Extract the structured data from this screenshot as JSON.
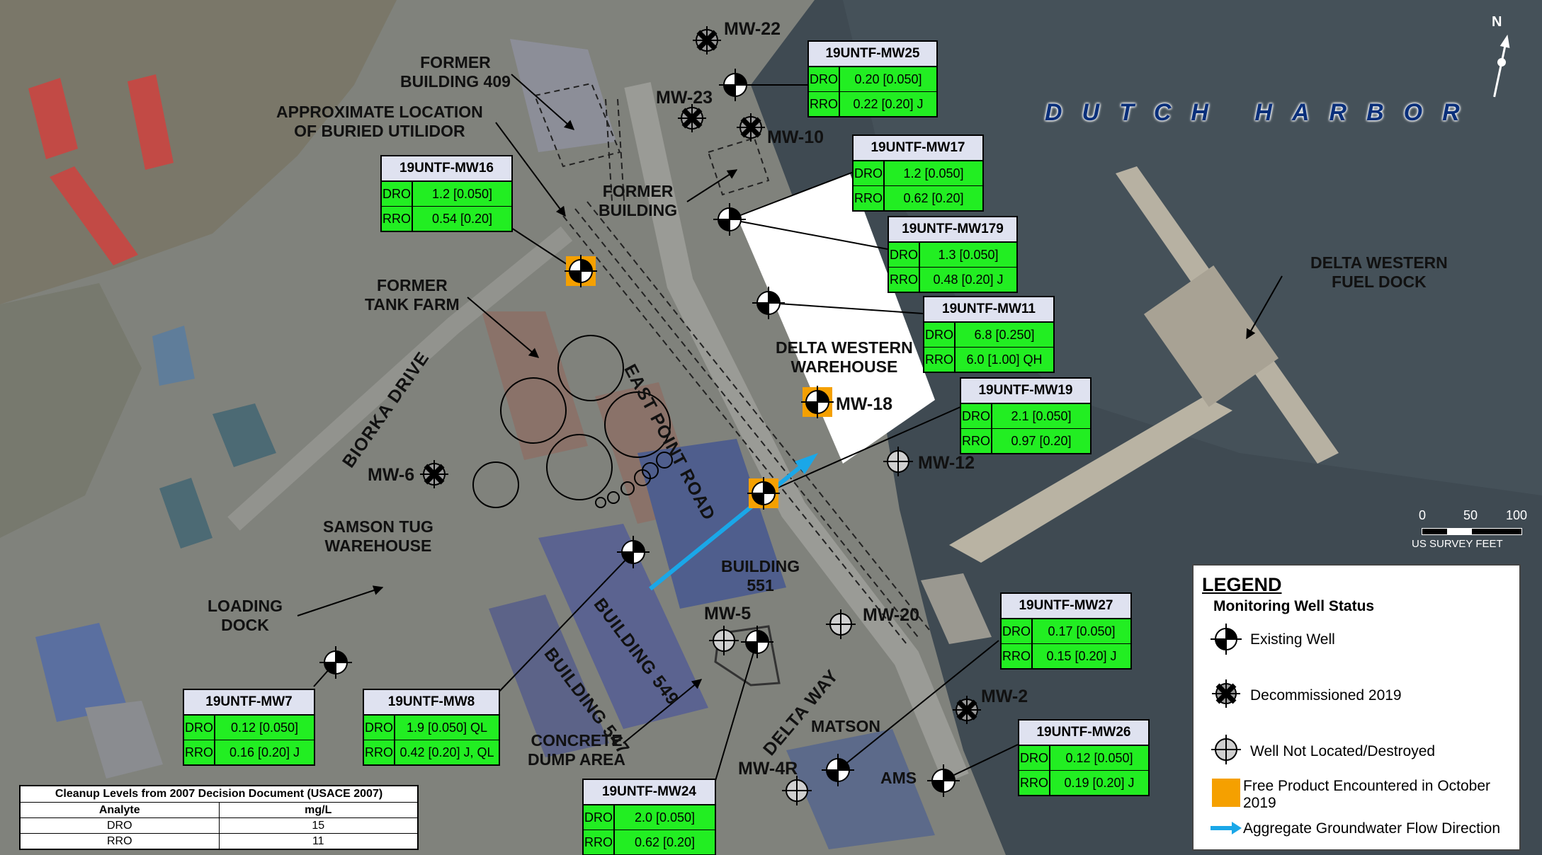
{
  "map": {
    "harbor_label": "DUTCH HARBOR",
    "areas": [
      {
        "id": "former-building-409",
        "lines": [
          "FORMER",
          "BUILDING 409"
        ]
      },
      {
        "id": "buried-utilidor",
        "lines": [
          "APPROXIMATE LOCATION",
          "OF BURIED UTILIDOR"
        ]
      },
      {
        "id": "former-building",
        "lines": [
          "FORMER",
          "BUILDING"
        ]
      },
      {
        "id": "former-tank-farm",
        "lines": [
          "FORMER",
          "TANK FARM"
        ]
      },
      {
        "id": "delta-western-warehouse",
        "lines": [
          "DELTA WESTERN",
          "WAREHOUSE"
        ]
      },
      {
        "id": "delta-western-fuel-dock",
        "lines": [
          "DELTA WESTERN",
          "FUEL DOCK"
        ]
      },
      {
        "id": "samson-tug-warehouse",
        "lines": [
          "SAMSON TUG",
          "WAREHOUSE"
        ]
      },
      {
        "id": "building-551",
        "lines": [
          "BUILDING",
          "551"
        ]
      },
      {
        "id": "loading-dock",
        "lines": [
          "LOADING",
          "DOCK"
        ]
      },
      {
        "id": "concrete-dump-area",
        "lines": [
          "CONCRETE",
          "DUMP AREA"
        ]
      },
      {
        "id": "matson",
        "lines": [
          "MATSON"
        ]
      },
      {
        "id": "ams",
        "lines": [
          "AMS"
        ]
      }
    ],
    "roads": {
      "east_point_road": "EAST POINT ROAD",
      "biorka_drive": "BIORKA DRIVE",
      "delta_way": "DELTA WAY",
      "building_549": "BUILDING 549",
      "building_547": "BUILDING 547"
    },
    "well_labels": [
      "MW-22",
      "MW-23",
      "MW-10",
      "MW-18",
      "MW-12",
      "MW-6",
      "MW-5",
      "MW-20",
      "MW-2",
      "MW-4R"
    ],
    "sample_tables": [
      {
        "id": "mw25",
        "title": "19UNTF-MW25",
        "rows": [
          {
            "analyte": "DRO",
            "value": "0.20 [0.050]"
          },
          {
            "analyte": "RRO",
            "value": "0.22 [0.20] J"
          }
        ]
      },
      {
        "id": "mw16",
        "title": "19UNTF-MW16",
        "rows": [
          {
            "analyte": "DRO",
            "value": "1.2 [0.050]"
          },
          {
            "analyte": "RRO",
            "value": "0.54 [0.20]"
          }
        ]
      },
      {
        "id": "mw17",
        "title": "19UNTF-MW17",
        "rows": [
          {
            "analyte": "DRO",
            "value": "1.2 [0.050]"
          },
          {
            "analyte": "RRO",
            "value": "0.62 [0.20]"
          }
        ]
      },
      {
        "id": "mw179",
        "title": "19UNTF-MW179",
        "rows": [
          {
            "analyte": "DRO",
            "value": "1.3 [0.050]"
          },
          {
            "analyte": "RRO",
            "value": "0.48 [0.20] J"
          }
        ]
      },
      {
        "id": "mw11",
        "title": "19UNTF-MW11",
        "rows": [
          {
            "analyte": "DRO",
            "value": "6.8 [0.250]"
          },
          {
            "analyte": "RRO",
            "value": "6.0 [1.00] QH"
          }
        ]
      },
      {
        "id": "mw19",
        "title": "19UNTF-MW19",
        "rows": [
          {
            "analyte": "DRO",
            "value": "2.1 [0.050]"
          },
          {
            "analyte": "RRO",
            "value": "0.97 [0.20]"
          }
        ]
      },
      {
        "id": "mw27",
        "title": "19UNTF-MW27",
        "rows": [
          {
            "analyte": "DRO",
            "value": "0.17 [0.050]"
          },
          {
            "analyte": "RRO",
            "value": "0.15 [0.20] J"
          }
        ]
      },
      {
        "id": "mw26",
        "title": "19UNTF-MW26",
        "rows": [
          {
            "analyte": "DRO",
            "value": "0.12 [0.050]"
          },
          {
            "analyte": "RRO",
            "value": "0.19 [0.20] J"
          }
        ]
      },
      {
        "id": "mw7",
        "title": "19UNTF-MW7",
        "rows": [
          {
            "analyte": "DRO",
            "value": "0.12 [0.050]"
          },
          {
            "analyte": "RRO",
            "value": "0.16 [0.20] J"
          }
        ]
      },
      {
        "id": "mw8",
        "title": "19UNTF-MW8",
        "rows": [
          {
            "analyte": "DRO",
            "value": "1.9 [0.050] QL"
          },
          {
            "analyte": "RRO",
            "value": "0.42 [0.20] J, QL"
          }
        ]
      },
      {
        "id": "mw24",
        "title": "19UNTF-MW24",
        "rows": [
          {
            "analyte": "DRO",
            "value": "2.0 [0.050]"
          },
          {
            "analyte": "RRO",
            "value": "0.62 [0.20]"
          }
        ]
      }
    ],
    "scale_bar": {
      "ticks": [
        "0",
        "50",
        "100"
      ],
      "units": "US SURVEY FEET"
    },
    "north_arrow": "N"
  },
  "legend": {
    "title": "LEGEND",
    "subtitle": "Monitoring Well Status",
    "items": [
      {
        "icon": "existing-well-icon",
        "label": "Existing Well"
      },
      {
        "icon": "decommissioned-well-icon",
        "label": "Decommissioned 2019"
      },
      {
        "icon": "destroyed-well-icon",
        "label": "Well Not Located/Destroyed"
      },
      {
        "icon": "free-product-icon",
        "label": "Free Product Encountered in October 2019",
        "color": "#f5a000"
      },
      {
        "icon": "flow-arrow-icon",
        "label": "Aggregate Groundwater Flow Direction",
        "color": "#1aa7e8"
      }
    ]
  },
  "cleanup_table": {
    "title": "Cleanup Levels from 2007 Decision Document (USACE 2007)",
    "headers": [
      "Analyte",
      "mg/L"
    ],
    "rows": [
      [
        "DRO",
        "15"
      ],
      [
        "RRO",
        "11"
      ]
    ]
  }
}
